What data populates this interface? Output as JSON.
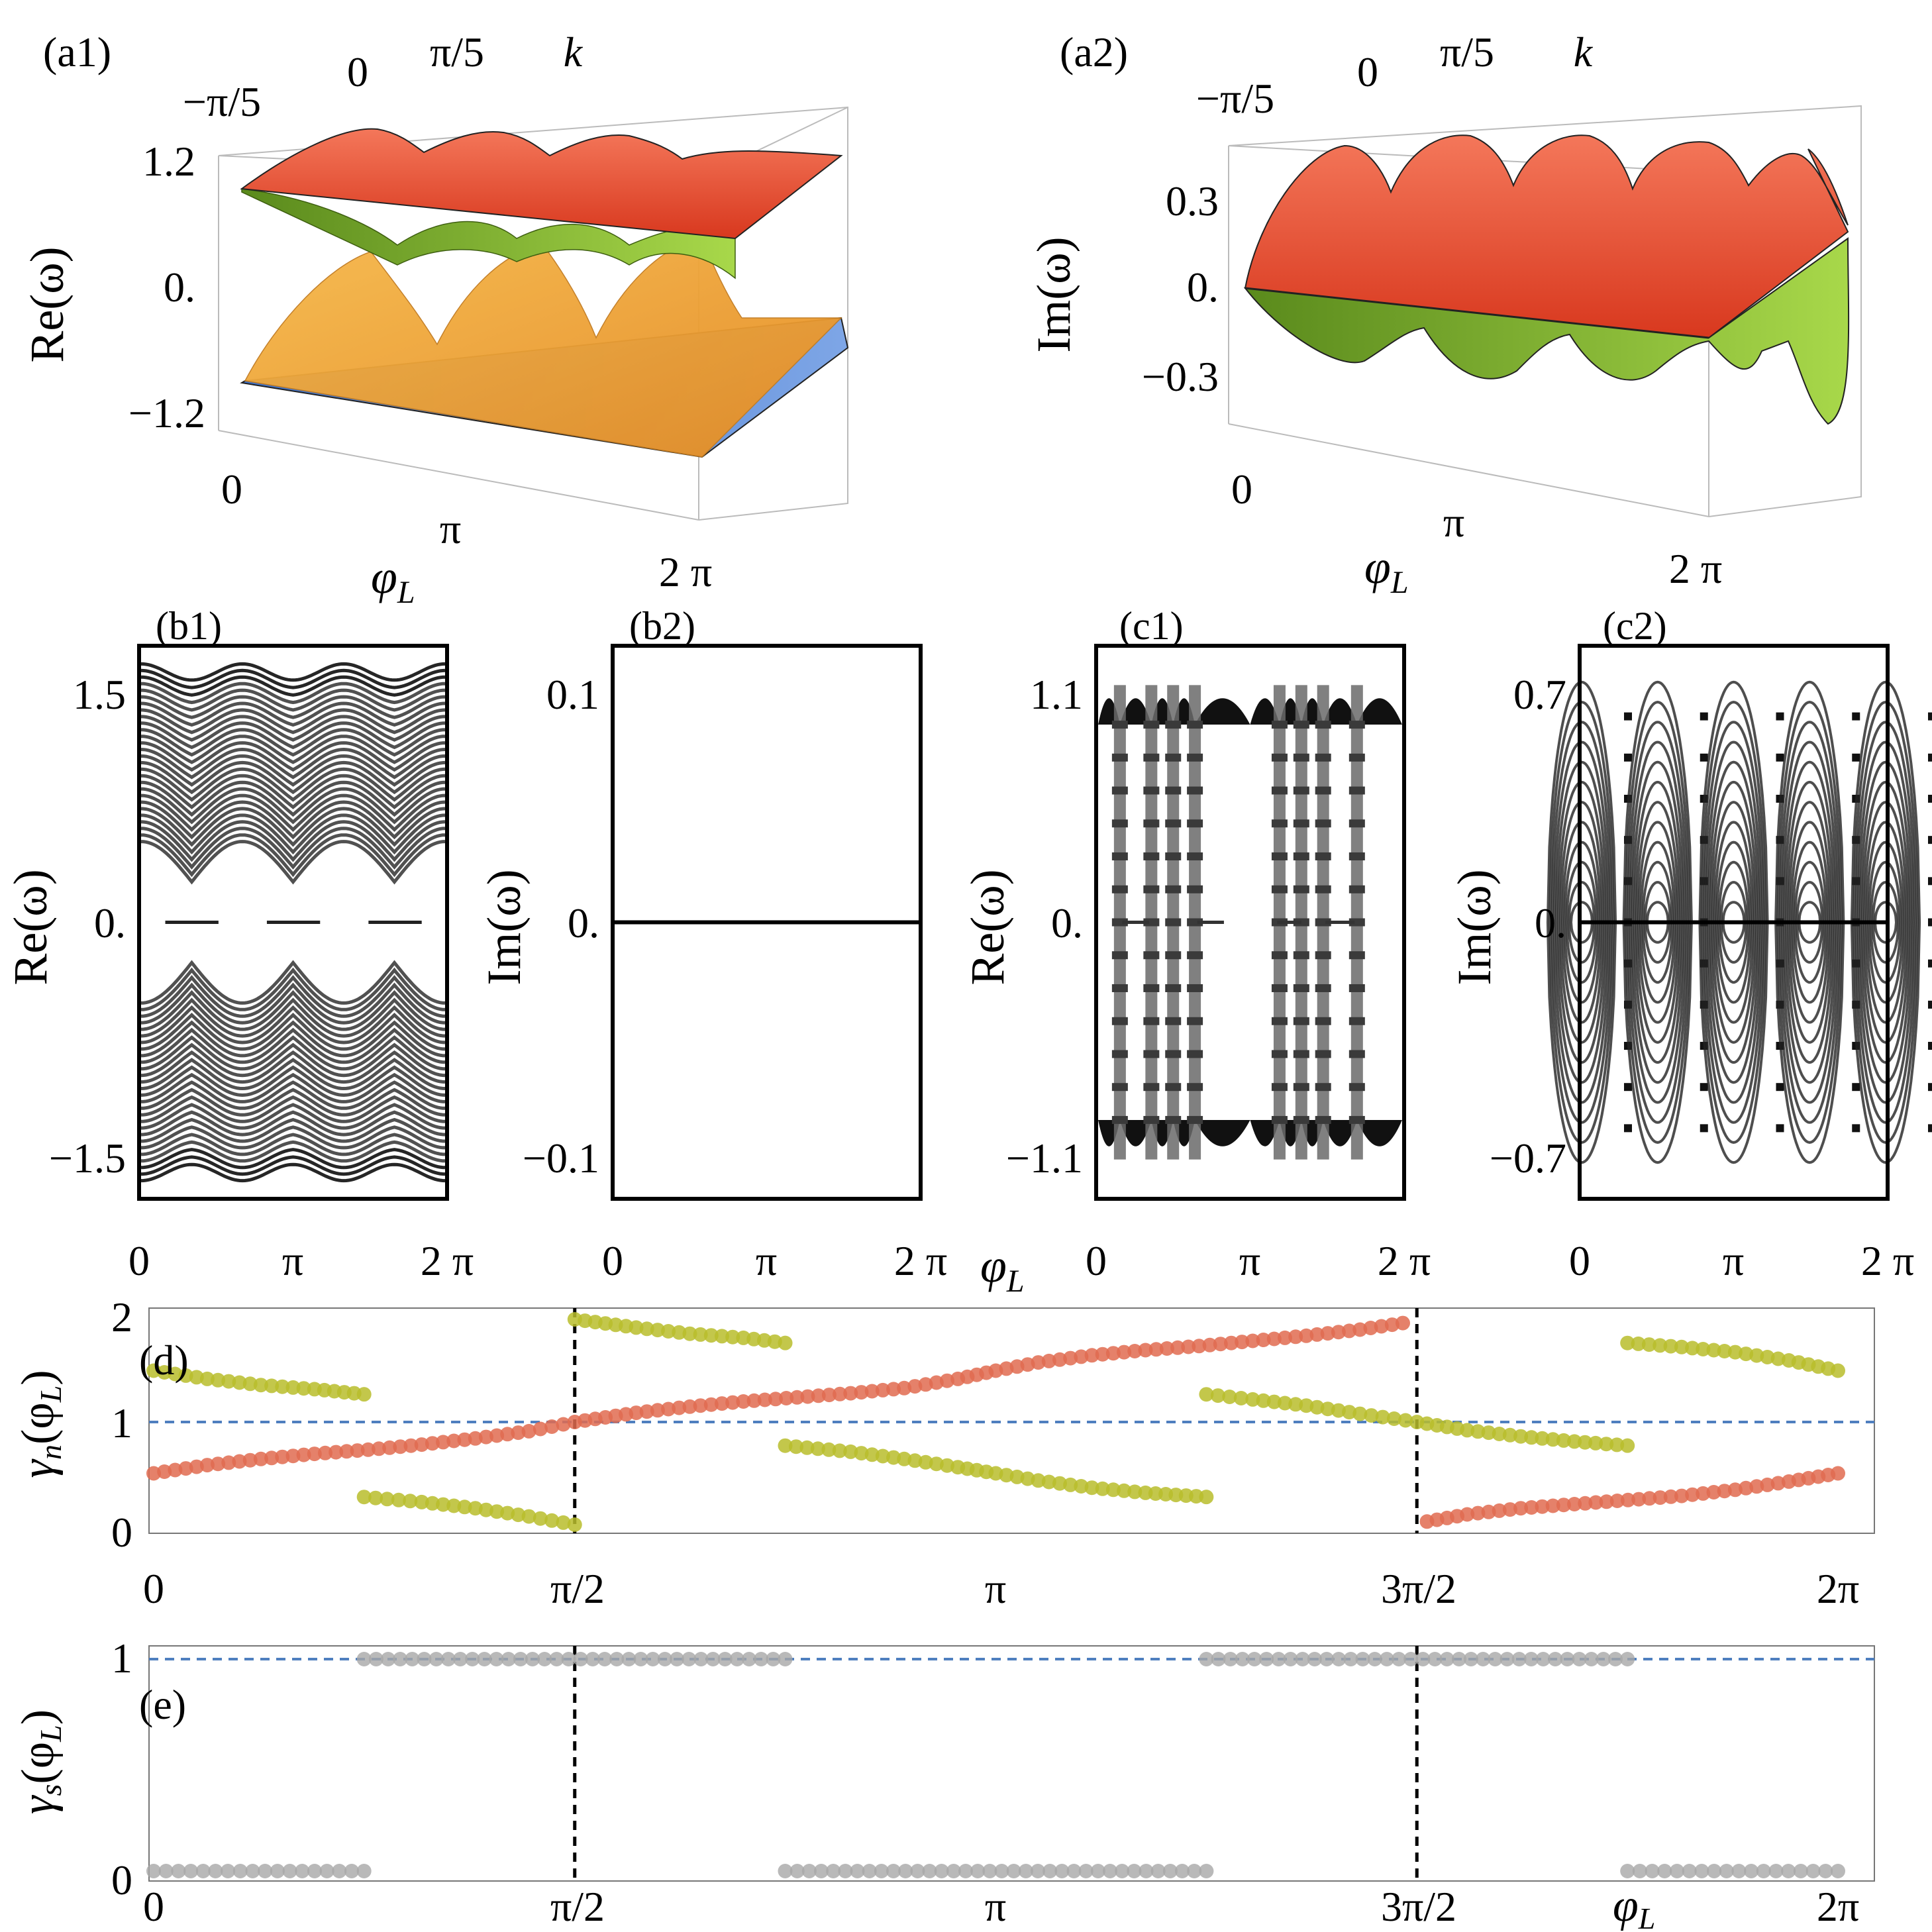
{
  "chart_data": [
    {
      "id": "a1",
      "panel_label": "(a1)",
      "type": "surface3d",
      "ylabel": "Re(ω)",
      "xlabel": "φ",
      "xlabel_sub": "L",
      "depth_label": "k",
      "z_ticks": [
        "1.2",
        "0.",
        "−1.2"
      ],
      "x_ticks": [
        "0",
        "π",
        "2 π"
      ],
      "k_ticks": [
        "−π/5",
        "0",
        "π/5"
      ],
      "z_range": [
        -1.2,
        1.2
      ],
      "band_colors": [
        "#e8442a",
        "#5d8f1e",
        "#f0a030",
        "#4a7fd4"
      ]
    },
    {
      "id": "a2",
      "panel_label": "(a2)",
      "type": "surface3d",
      "ylabel": "Im(ω)",
      "xlabel": "φ",
      "xlabel_sub": "L",
      "depth_label": "k",
      "z_ticks": [
        "0.3",
        "0.",
        "−0.3"
      ],
      "x_ticks": [
        "0",
        "π",
        "2 π"
      ],
      "k_ticks": [
        "−π/5",
        "0",
        "π/5"
      ],
      "z_range": [
        -0.3,
        0.3
      ],
      "band_colors": [
        "#e8442a",
        "#5d8f1e"
      ]
    },
    {
      "id": "b1",
      "panel_label": "(b1)",
      "type": "scatter",
      "ylabel": "Re(ω)",
      "y_ticks": [
        "1.5",
        "0.",
        "−1.5"
      ],
      "x_ticks": [
        "0",
        "π",
        "2 π"
      ],
      "x_range": [
        0,
        6.2832
      ],
      "y_range": [
        -1.7,
        1.7
      ]
    },
    {
      "id": "b2",
      "panel_label": "(b2)",
      "type": "line",
      "ylabel": "Im(ω)",
      "y_ticks": [
        "0.1",
        "0.",
        "−0.1"
      ],
      "x_ticks": [
        "0",
        "π",
        "2 π"
      ],
      "x_range": [
        0,
        6.2832
      ],
      "y_range": [
        -0.12,
        0.12
      ],
      "x": [
        0,
        6.2832
      ],
      "y": [
        0,
        0
      ]
    },
    {
      "id": "c1",
      "panel_label": "(c1)",
      "type": "scatter",
      "ylabel": "Re(ω)",
      "y_ticks": [
        "1.1",
        "0.",
        "−1.1"
      ],
      "x_ticks": [
        "0",
        "π",
        "2 π"
      ],
      "xlabel": "φ",
      "xlabel_sub": "L",
      "x_range": [
        0,
        6.2832
      ],
      "y_range": [
        -1.25,
        1.25
      ]
    },
    {
      "id": "c2",
      "panel_label": "(c2)",
      "type": "scatter",
      "ylabel": "Im(ω)",
      "y_ticks": [
        "0.7",
        "0.",
        "−0.7"
      ],
      "x_ticks": [
        "0",
        "π",
        "2 π"
      ],
      "x_range": [
        0,
        6.2832
      ],
      "y_range": [
        -0.8,
        0.8
      ]
    },
    {
      "id": "d",
      "panel_label": "(d)",
      "type": "scatter",
      "ylabel": "γ",
      "ylabel_sub": "n",
      "ylabel_arg": "(φ",
      "ylabel_arg_sub": "L",
      "ylabel_close": ")",
      "x_ticks": [
        "0",
        "π/2",
        "π",
        "3π/2",
        "2π"
      ],
      "y_ticks": [
        "2",
        "1",
        "0"
      ],
      "x_range": [
        0,
        6.2832
      ],
      "y_range": [
        0,
        2
      ],
      "reference_line_y": 1,
      "vertical_lines_x": [
        1.5708,
        4.7124
      ],
      "series": [
        {
          "color": "#e06b50",
          "points": [
            [
              0.0,
              0.5
            ],
            [
              0.2,
              0.58
            ],
            [
              0.4,
              0.64
            ],
            [
              0.6,
              0.69
            ],
            [
              0.8,
              0.73
            ],
            [
              1.0,
              0.78
            ],
            [
              1.2,
              0.84
            ],
            [
              1.4,
              0.91
            ],
            [
              1.5708,
              1.0
            ],
            [
              1.8,
              1.09
            ],
            [
              2.0,
              1.15
            ],
            [
              2.2,
              1.2
            ],
            [
              2.4,
              1.24
            ],
            [
              2.6,
              1.28
            ],
            [
              2.8,
              1.33
            ],
            [
              3.0,
              1.42
            ],
            [
              3.1416,
              1.5
            ],
            [
              3.3,
              1.58
            ],
            [
              3.5,
              1.65
            ],
            [
              3.7,
              1.7
            ],
            [
              3.9,
              1.74
            ],
            [
              4.1,
              1.79
            ],
            [
              4.3,
              1.84
            ],
            [
              4.5,
              1.9
            ],
            [
              4.7,
              1.98
            ],
            [
              4.75,
              0.03
            ],
            [
              4.9,
              0.1
            ],
            [
              5.1,
              0.16
            ],
            [
              5.3,
              0.2
            ],
            [
              5.5,
              0.24
            ],
            [
              5.7,
              0.28
            ],
            [
              5.9,
              0.34
            ],
            [
              6.1,
              0.42
            ],
            [
              6.2832,
              0.5
            ]
          ]
        },
        {
          "color": "#b9bd2b",
          "points": [
            [
              0.0,
              1.5
            ],
            [
              0.2,
              1.42
            ],
            [
              0.4,
              1.36
            ],
            [
              0.6,
              1.32
            ],
            [
              0.785,
              1.27
            ]
          ]
        },
        {
          "color": "#b9bd2b",
          "points": [
            [
              0.785,
              0.27
            ],
            [
              1.0,
              0.22
            ],
            [
              1.2,
              0.16
            ],
            [
              1.4,
              0.08
            ],
            [
              1.5708,
              0.0
            ]
          ]
        },
        {
          "color": "#b9bd2b",
          "points": [
            [
              1.5708,
              2.0
            ],
            [
              1.8,
              1.92
            ],
            [
              2.0,
              1.86
            ],
            [
              2.2,
              1.82
            ],
            [
              2.356,
              1.77
            ]
          ]
        },
        {
          "color": "#b9bd2b",
          "points": [
            [
              2.356,
              0.77
            ],
            [
              2.6,
              0.71
            ],
            [
              2.8,
              0.64
            ],
            [
              3.0,
              0.56
            ],
            [
              3.1416,
              0.5
            ],
            [
              3.3,
              0.43
            ],
            [
              3.5,
              0.36
            ],
            [
              3.7,
              0.31
            ],
            [
              3.927,
              0.27
            ]
          ]
        },
        {
          "color": "#b9bd2b",
          "points": [
            [
              3.927,
              1.27
            ],
            [
              4.1,
              1.22
            ],
            [
              4.3,
              1.16
            ],
            [
              4.5,
              1.08
            ],
            [
              4.7124,
              1.0
            ],
            [
              4.9,
              0.92
            ],
            [
              5.1,
              0.86
            ],
            [
              5.3,
              0.81
            ],
            [
              5.498,
              0.77
            ]
          ]
        },
        {
          "color": "#b9bd2b",
          "points": [
            [
              5.498,
              1.77
            ],
            [
              5.7,
              1.73
            ],
            [
              5.9,
              1.68
            ],
            [
              6.1,
              1.6
            ],
            [
              6.2832,
              1.5
            ]
          ]
        }
      ]
    },
    {
      "id": "e",
      "panel_label": "(e)",
      "type": "scatter",
      "ylabel": "γ",
      "ylabel_sub": "s",
      "ylabel_arg": "(φ",
      "ylabel_arg_sub": "L",
      "ylabel_close": ")",
      "x_ticks": [
        "0",
        "π/2",
        "π",
        "3π/2",
        "2π"
      ],
      "y_ticks": [
        "1",
        "0"
      ],
      "x_range": [
        0,
        6.2832
      ],
      "y_range": [
        0,
        1
      ],
      "reference_line_y": 1,
      "vertical_lines_x": [
        1.5708,
        4.7124
      ],
      "inline_xlabel": "φ",
      "inline_xlabel_sub": "L",
      "series": [
        {
          "color": "#a8a8a8",
          "segments": [
            [
              0.0,
              0.785,
              0
            ],
            [
              0.785,
              2.356,
              1
            ],
            [
              2.356,
              3.927,
              0
            ],
            [
              3.927,
              5.498,
              1
            ],
            [
              5.498,
              6.2832,
              0
            ]
          ]
        }
      ]
    }
  ]
}
